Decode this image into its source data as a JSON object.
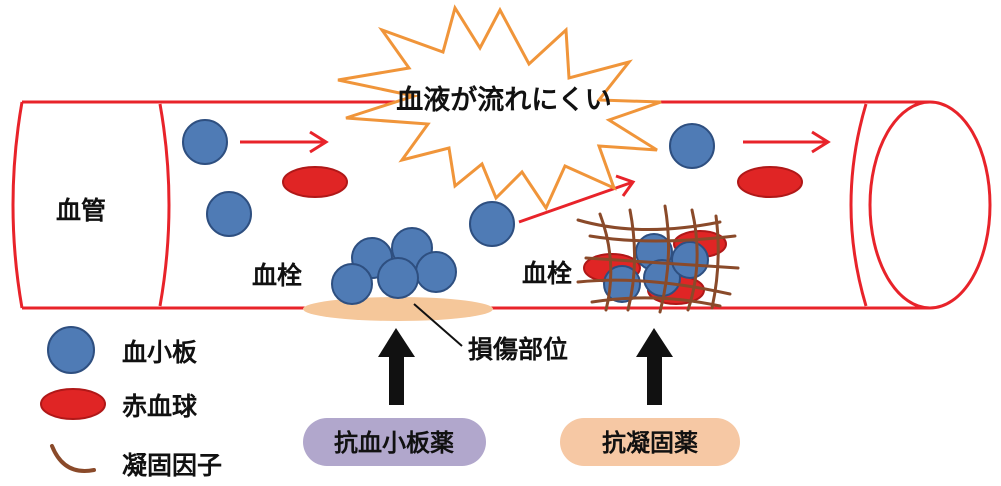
{
  "labels": {
    "vessel": "血管",
    "clot_left": "血栓",
    "clot_right": "血栓",
    "burst": "血液が流れにくい",
    "injury_site": "損傷部位"
  },
  "legend": [
    {
      "label": "血小板",
      "icon": "platelet-icon"
    },
    {
      "label": "赤血球",
      "icon": "red-blood-cell-icon"
    },
    {
      "label": "凝固因子",
      "icon": "coagulation-factor-icon"
    }
  ],
  "drugs": {
    "antiplatelet": "抗血小板薬",
    "anticoagulant": "抗凝固薬"
  },
  "colors": {
    "vessel_wall": "#e8232a",
    "platelet_fill": "#4f7bb5",
    "platelet_stroke": "#2e4f80",
    "rbc_fill": "#e02525",
    "fibrin": "#8a4a2a",
    "burst_stroke": "#f0953a",
    "injury": "#f5c79a",
    "antiplatelet_pill": "#b1a7cc",
    "anticoagulant_pill": "#f6c8a4",
    "arrow_black": "#111111"
  }
}
